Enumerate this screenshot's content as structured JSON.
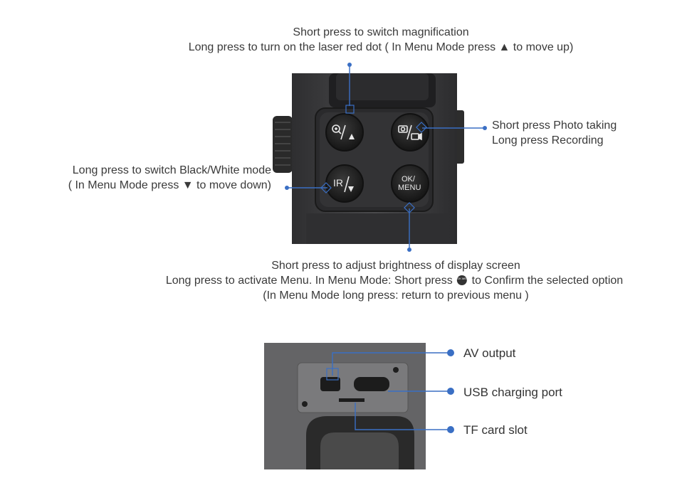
{
  "top_callout": {
    "line1": "Short press to switch magnification",
    "line2": "Long press to turn on the laser red dot ( In Menu Mode press ▲ to move up)"
  },
  "right_callout": {
    "line1": "Short press Photo taking",
    "line2": "Long press Recording"
  },
  "left_callout": {
    "line1": "Long press to switch Black/White mode",
    "line2": "( In Menu Mode press ▼ to move down)"
  },
  "bottom_callout": {
    "line1": "Short press to adjust brightness of display screen",
    "line2_before": "Long press to activate Menu. In Menu Mode: Short press",
    "line2_after": "to Confirm the selected option",
    "line3": "(In Menu Mode long press: return to previous menu )"
  },
  "buttons": {
    "ir": "IR",
    "ok_top": "OK/",
    "ok_bottom": "MENU",
    "inline_ok": "OK MENU"
  },
  "ports": {
    "av": "AV output",
    "usb": "USB charging port",
    "tf": "TF card slot"
  },
  "colors": {
    "accent": "#3a6fc4",
    "device_dark": "#2b2b2d",
    "panel": "#4a4a4c"
  }
}
